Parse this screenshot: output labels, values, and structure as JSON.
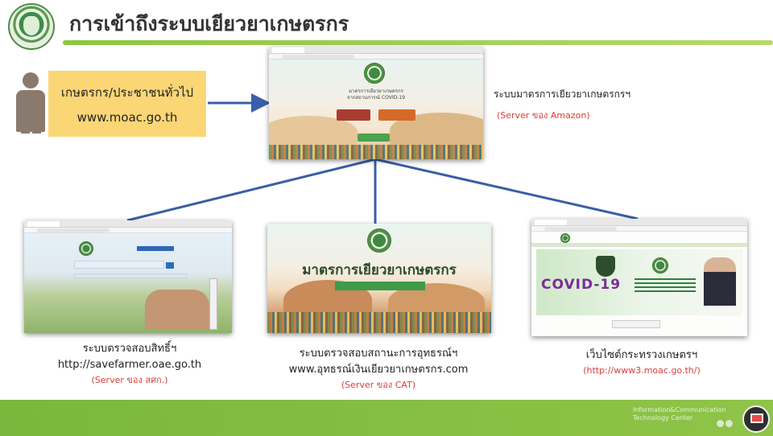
{
  "header": {
    "title": "การเข้าถึงระบบเยียวยาเกษตรกร"
  },
  "user_box": {
    "line1": "เกษตรกร/ประชาชนทั่วไป",
    "line2": "www.moac.go.th"
  },
  "main_system": {
    "screenshot_heading_line1": "มาตรการเยียวยาเกษตรกร",
    "screenshot_heading_line2": "จากสถานการณ์ COVID-19",
    "caption": "ระบบมาตรการเยียวยาเกษตรกรฯ",
    "server": "(Server ของ Amazon)"
  },
  "left_system": {
    "caption_line1": "ระบบตรวจสอบสิทธิ์ฯ",
    "caption_line2": "http://savefarmer.oae.go.th",
    "server": "(Server ของ สศก.)"
  },
  "middle_system": {
    "screenshot_heading": "มาตรการเยียวยาเกษตรกร",
    "caption_line1": "ระบบตรวจสอบสถานะการอุทธรณ์ฯ",
    "caption_line2": "www.อุทธรณ์เงินเยียวยาเกษตรกร.com",
    "server": "(Server ของ CAT)"
  },
  "right_system": {
    "banner_text": "COVID-19",
    "caption_line1": "เว็บไซต์กระทรวงเกษตรฯ",
    "url": "(http://www3.moac.go.th/)"
  },
  "footer": {
    "line1": "Information&Communication",
    "line2": "Technology Center"
  },
  "colors": {
    "accent_green": "#8dc63f",
    "user_box_yellow": "#fbd675",
    "arrow_blue": "#3a5fa8",
    "server_red": "#d9403a"
  }
}
